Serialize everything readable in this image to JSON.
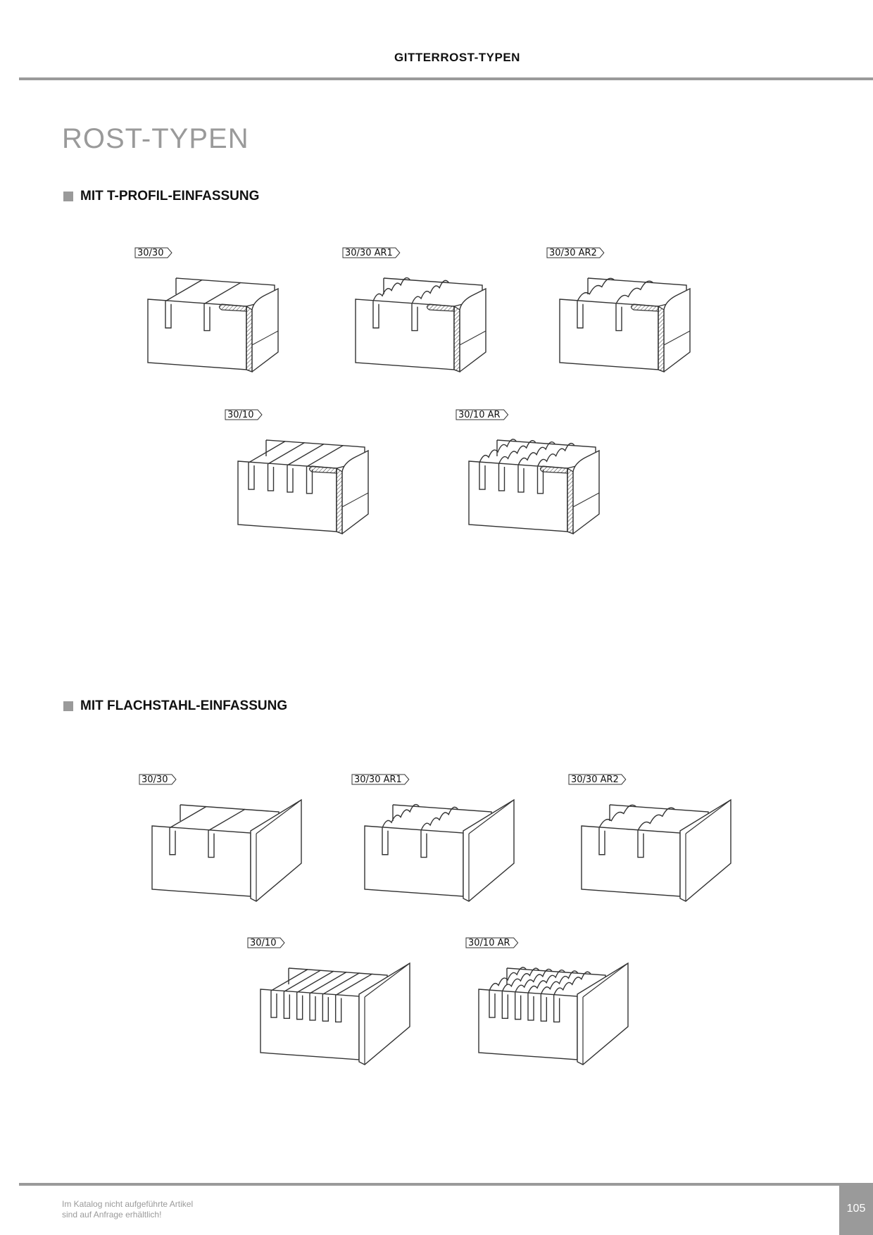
{
  "header": {
    "title": "GITTERROST-TYPEN"
  },
  "page_title": "ROST-TYPEN",
  "sections": [
    {
      "heading": "MIT T-PROFIL-EINFASSUNG",
      "drawings": [
        {
          "label": "30/30",
          "style": "t-profile",
          "bars": "plain",
          "count": 2
        },
        {
          "label": "30/30 AR1",
          "style": "t-profile",
          "bars": "ar1",
          "count": 2
        },
        {
          "label": "30/30 AR2",
          "style": "t-profile",
          "bars": "ar2",
          "count": 2
        },
        {
          "label": "30/10",
          "style": "t-profile",
          "bars": "plain",
          "count": 4
        },
        {
          "label": "30/10 AR",
          "style": "t-profile",
          "bars": "ar1",
          "count": 4
        }
      ]
    },
    {
      "heading": "MIT FLACHSTAHL-EINFASSUNG",
      "drawings": [
        {
          "label": "30/30",
          "style": "flat",
          "bars": "plain",
          "count": 2
        },
        {
          "label": "30/30 AR1",
          "style": "flat",
          "bars": "ar1",
          "count": 2
        },
        {
          "label": "30/30 AR2",
          "style": "flat",
          "bars": "ar2",
          "count": 2
        },
        {
          "label": "30/10",
          "style": "flat",
          "bars": "plain",
          "count": 6
        },
        {
          "label": "30/10 AR",
          "style": "flat",
          "bars": "ar1",
          "count": 6
        }
      ]
    }
  ],
  "footer": {
    "note_line1": "Im Katalog nicht aufgeführte Artikel",
    "note_line2": "sind auf Anfrage erhältlich!",
    "page_number": "105"
  }
}
